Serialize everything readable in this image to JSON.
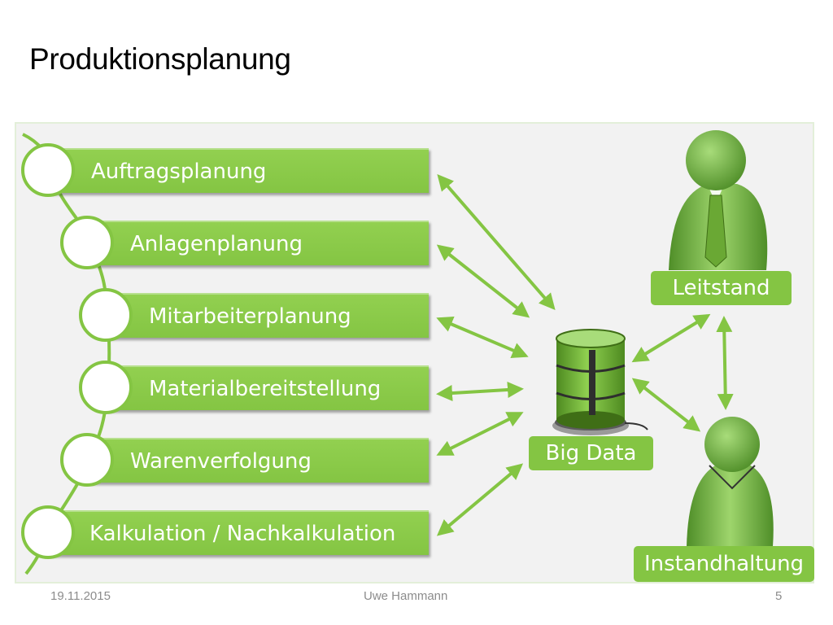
{
  "slide": {
    "title": "Produktionsplanung"
  },
  "steps": [
    {
      "label": "Auftragsplanung"
    },
    {
      "label": "Anlagenplanung"
    },
    {
      "label": "Mitarbeiterplanung"
    },
    {
      "label": "Materialbereitstellung"
    },
    {
      "label": "Warenverfolgung"
    },
    {
      "label": "Kalkulation / Nachkalkulation"
    }
  ],
  "nodes": {
    "database": {
      "label": "Big Data",
      "icon": "database-icon"
    },
    "leitstand": {
      "label": "Leitstand",
      "icon": "person-with-tie-icon"
    },
    "instandhaltung": {
      "label": "Instandhaltung",
      "icon": "person-icon"
    }
  },
  "footer": {
    "date": "19.11.2015",
    "author": "Uwe Hammann",
    "page": "5"
  },
  "colors": {
    "accent": "#92d050",
    "accent_dark": "#84c543",
    "panel": "#f2f2f2"
  }
}
